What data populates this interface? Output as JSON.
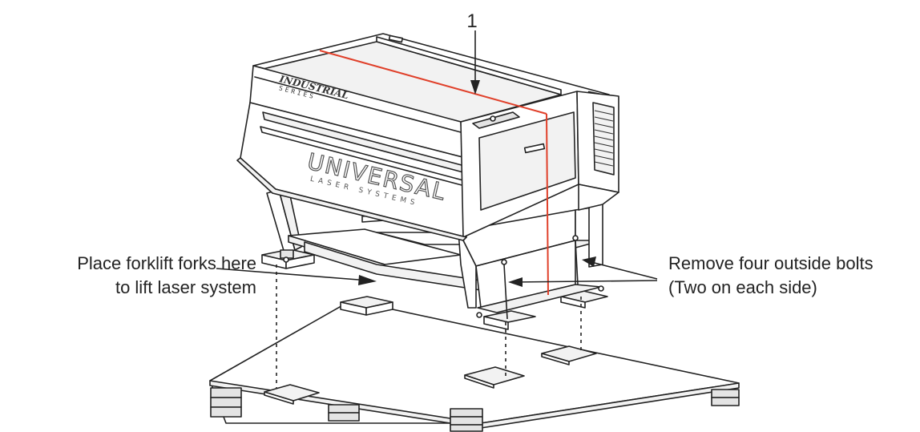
{
  "callout": {
    "number": "1",
    "line_color": "#e0402a"
  },
  "labels": {
    "left_line1": "Place forklift forks here",
    "left_line2": "to lift laser system",
    "right_line1": "Remove four outside bolts",
    "right_line2": "(Two on each side)"
  },
  "machine": {
    "logo_main": "UNIVERSAL",
    "logo_sub": "LASER SYSTEMS",
    "badge_main": "INDUSTRIAL",
    "badge_sub": "SERIES"
  }
}
